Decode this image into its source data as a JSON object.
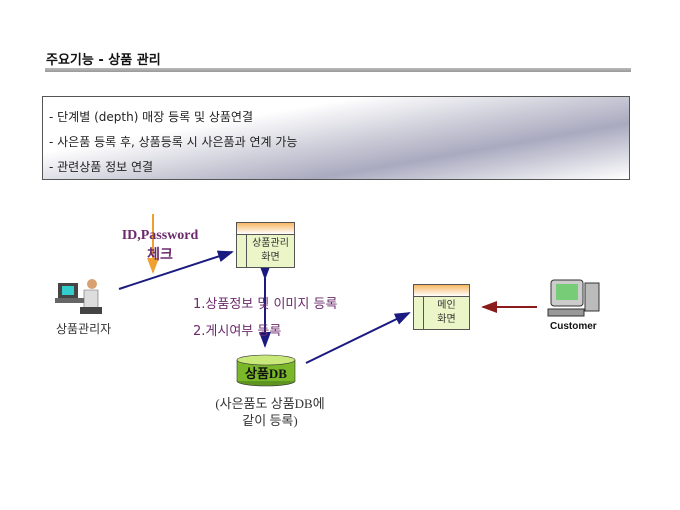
{
  "title": "주요기능 - 상품 관리",
  "bullets": [
    "- 단계별 (depth) 매장 등록 및 상품연결",
    "- 사은품 등록 후, 상품등록 시 사은품과 연계 가능",
    "- 관련상품 정보 연결"
  ],
  "diagram": {
    "login_check": {
      "line1": "ID,Password",
      "line2": "체크"
    },
    "admin_label": "상품관리자",
    "admin_screen": {
      "line1": "상품관리",
      "line2": "화면"
    },
    "step1": "1.상품정보 및 이미지 등록",
    "step2": "2.게시여부 등록",
    "db_label": "상품DB",
    "db_note": {
      "line1": "(사은품도 상품DB에",
      "line2": "같이 등록)"
    },
    "main_screen": {
      "line1": "메인",
      "line2": "화면"
    },
    "customer_label": "Customer"
  },
  "colors": {
    "arrow": "#1a1a80",
    "customer_arrow": "#8b1a1a",
    "check_line": "#f0a030",
    "db": "#7ab82a"
  }
}
